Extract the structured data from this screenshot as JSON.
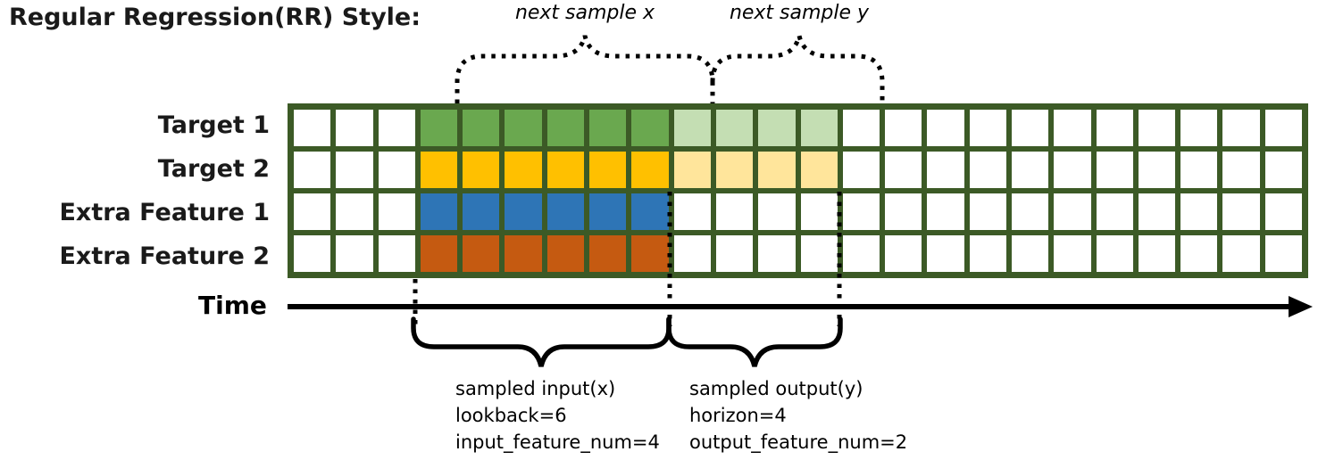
{
  "title": "Regular Regression(RR) Style:",
  "annotations": {
    "next_sample_x": "next sample x",
    "next_sample_y": "next sample y"
  },
  "grid": {
    "columns": 24,
    "lead_empty_cols": 3,
    "lookback_cols": 6,
    "horizon_cols": 4,
    "line_color": "#3c5a26",
    "rows": [
      {
        "label": "Target 1",
        "input_color": "#6aa84f",
        "output_color": "#c4deb3"
      },
      {
        "label": "Target 2",
        "input_color": "#ffc000",
        "output_color": "#ffe59b"
      },
      {
        "label": "Extra Feature 1",
        "input_color": "#2e75b6",
        "output_color": null
      },
      {
        "label": "Extra Feature 2",
        "input_color": "#c55a11",
        "output_color": null
      }
    ]
  },
  "time_axis": {
    "label": "Time",
    "color": "#000000"
  },
  "input_annotation": {
    "lines": [
      "sampled input(x)",
      "lookback=6",
      "input_feature_num=4"
    ]
  },
  "output_annotation": {
    "lines": [
      "sampled output(y)",
      "horizon=4",
      "output_feature_num=2"
    ]
  }
}
